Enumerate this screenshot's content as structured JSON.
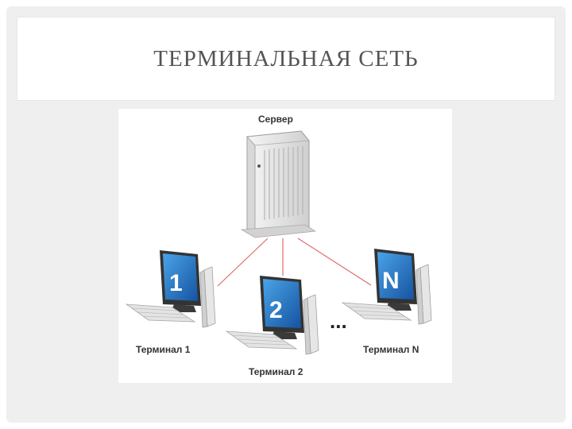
{
  "title": "ТЕРМИНАЛЬНАЯ СЕТЬ",
  "diagram": {
    "server_label": "Сервер",
    "terminals": [
      {
        "screen_text": "1",
        "label": "Терминал 1"
      },
      {
        "screen_text": "2",
        "label": "Терминал 2"
      },
      {
        "screen_text": "N",
        "label": "Терминал N"
      }
    ],
    "ellipsis": "...",
    "colors": {
      "link_line": "#e06a6a",
      "screen": "#1f6fbf",
      "equipment": "#e4e4e4"
    }
  }
}
